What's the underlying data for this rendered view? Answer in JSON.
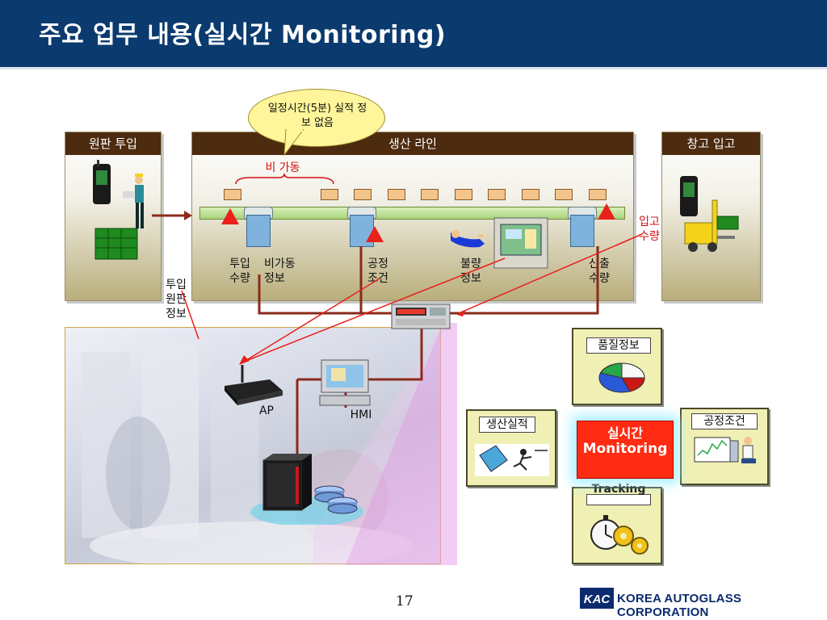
{
  "title": "주요 업무 내용(실시간 Monitoring)",
  "panels": {
    "left": {
      "title": "원판 투입"
    },
    "center": {
      "title": "생산 라인"
    },
    "right": {
      "title": "창고 입고"
    }
  },
  "callout": {
    "text": "일정시간(5분) 실적 정보 없음"
  },
  "idle_label": "비 가동",
  "line_labels": {
    "input_qty": [
      "투입",
      "수량"
    ],
    "idle_info": [
      "비가동",
      "정보"
    ],
    "process_cond": [
      "공정",
      "조건"
    ],
    "defect_info": [
      "불량",
      "정보"
    ],
    "output_qty": [
      "산출",
      "수량"
    ]
  },
  "warehouse_qty": [
    "입고",
    "수량"
  ],
  "input_panel_info": [
    "투입",
    "원판",
    "정보"
  ],
  "devices": {
    "ap": "AP",
    "hmi": "HMI"
  },
  "info_panels": {
    "quality": "품질정보",
    "production": "생산실적",
    "process": "공정조건",
    "tracking": "Tracking"
  },
  "center_label": {
    "line1": "실시간",
    "line2": "Monitoring"
  },
  "page_number": "17",
  "company": {
    "logo": "KAC",
    "name": "KOREA AUTOGLASS CORPORATION"
  },
  "colors": {
    "title_bg": "#0b3a6e",
    "panel_header": "#4d2b0f",
    "arrow_red": "#e8211b",
    "cable": "#8b2a1a",
    "center_box": "#ff2b12",
    "info_panel": "#f0efb4"
  }
}
